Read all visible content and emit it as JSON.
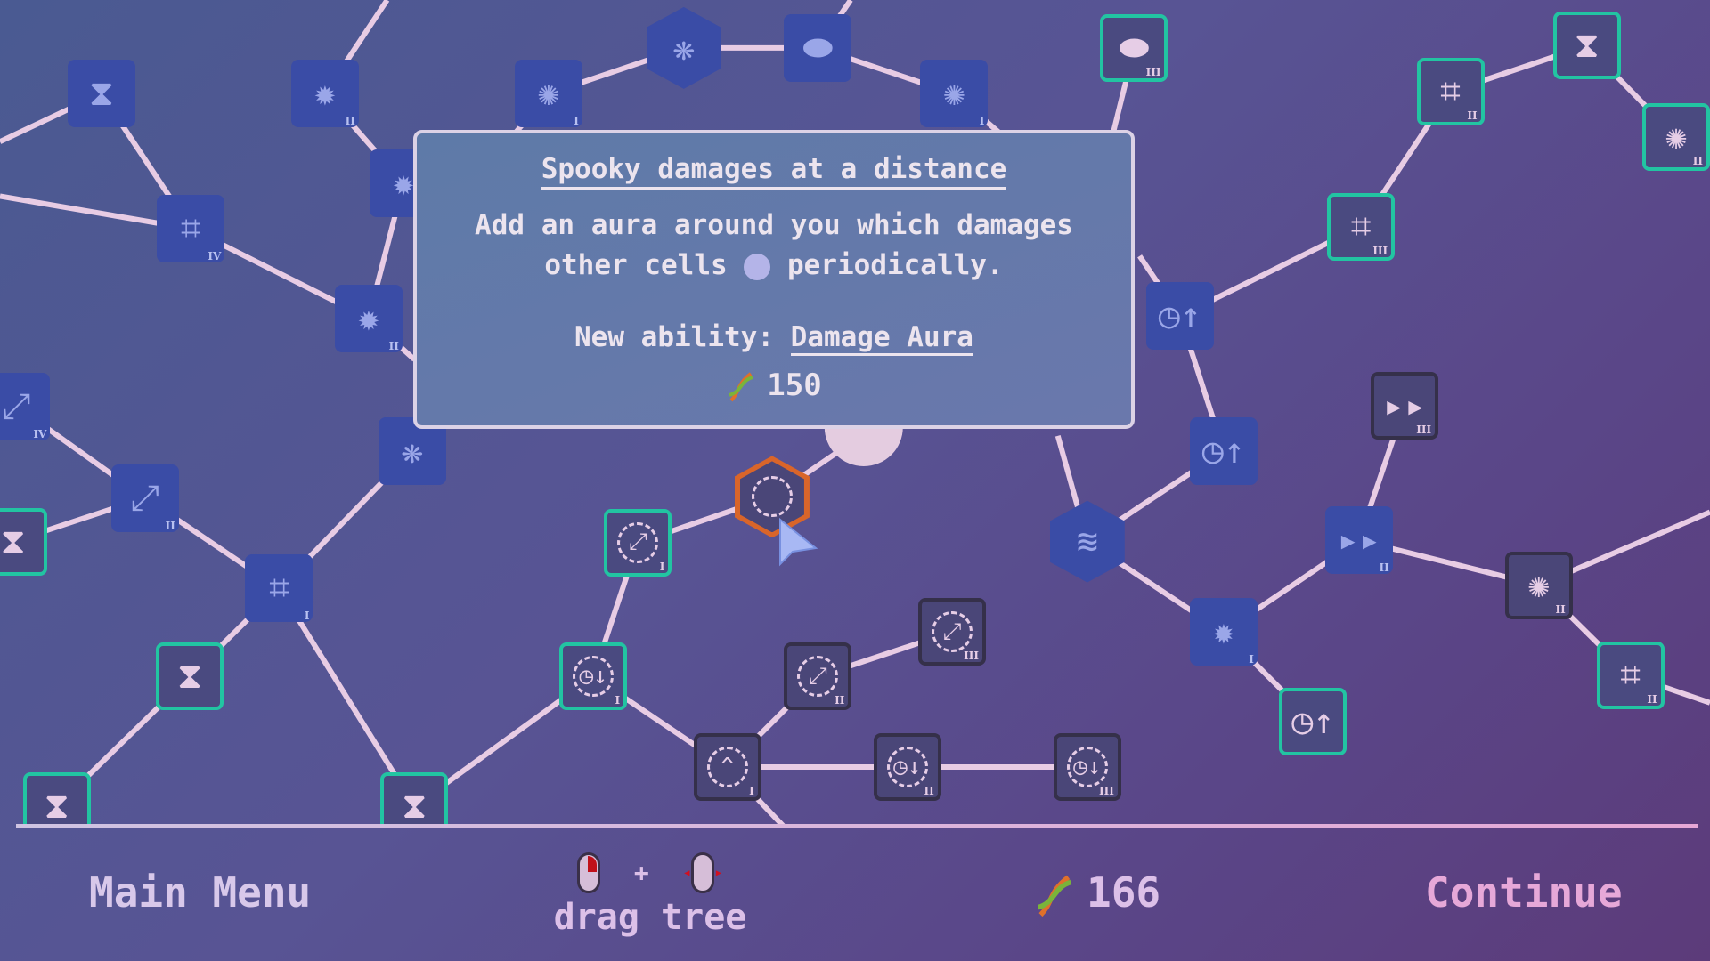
{
  "tooltip": {
    "title": "Spooky damages at a distance",
    "desc_line1": "Add an aura around you which damages",
    "desc_line2_a": "other cells",
    "desc_line2_b": "periodically.",
    "ability_prefix": "New ability:",
    "ability_name": "Damage Aura",
    "cost": "150"
  },
  "footer": {
    "main_menu": "Main Menu",
    "drag_hint": "drag tree",
    "plus": "+",
    "dna_count": "166",
    "continue": "Continue"
  },
  "colors": {
    "selected": "#d9652a",
    "unlocked_border": "#22c4a2",
    "available": "#3a4ca6",
    "locked_border": "#35304a",
    "edge": "#e8cce4"
  },
  "nodes": [
    {
      "icon": "hourglass-icon",
      "tier": "",
      "state": "available"
    },
    {
      "icon": "spiky-cell-icon",
      "tier": "II",
      "state": "available"
    },
    {
      "icon": "dna-cell-icon",
      "tier": "I",
      "state": "available"
    },
    {
      "icon": "cell-cluster-icon",
      "tier": "",
      "state": "available",
      "shape": "hex"
    },
    {
      "icon": "bacteria-icon",
      "tier": "",
      "state": "available"
    },
    {
      "icon": "dna-cell-icon",
      "tier": "I",
      "state": "available"
    },
    {
      "icon": "bacteria-icon",
      "tier": "III",
      "state": "unlocked"
    },
    {
      "icon": "crop-icon",
      "tier": "II",
      "state": "unlocked"
    },
    {
      "icon": "hourglass-icon",
      "tier": "",
      "state": "unlocked"
    },
    {
      "icon": "dna-cell-icon",
      "tier": "II",
      "state": "unlocked"
    },
    {
      "icon": "crop-icon",
      "tier": "III",
      "state": "unlocked"
    },
    {
      "icon": "crop-icon",
      "tier": "IV",
      "state": "available"
    },
    {
      "icon": "spiky-cell-icon",
      "tier": "II",
      "state": "available"
    },
    {
      "icon": "clock-up-icon",
      "tier": "",
      "state": "available"
    },
    {
      "icon": "clock-up-icon",
      "tier": "",
      "state": "available"
    },
    {
      "icon": "fast-forward-icon",
      "tier": "III",
      "state": "locked"
    },
    {
      "icon": "expand-arrows-icon",
      "tier": "IV",
      "state": "available"
    },
    {
      "icon": "expand-arrows-icon",
      "tier": "II",
      "state": "available"
    },
    {
      "icon": "hourglass-icon",
      "tier": "",
      "state": "unlocked"
    },
    {
      "icon": "cell-cluster-icon",
      "tier": "",
      "state": "available"
    },
    {
      "icon": "crop-icon",
      "tier": "I",
      "state": "available"
    },
    {
      "icon": "aura-range-icon",
      "tier": "I",
      "state": "unlocked"
    },
    {
      "icon": "damage-aura-icon",
      "tier": "",
      "state": "selected",
      "shape": "hex"
    },
    {
      "icon": "wind-icon",
      "tier": "",
      "state": "available",
      "shape": "hex"
    },
    {
      "icon": "fast-forward-icon",
      "tier": "II",
      "state": "available"
    },
    {
      "icon": "dna-cell-icon",
      "tier": "II",
      "state": "locked"
    },
    {
      "icon": "hourglass-icon",
      "tier": "",
      "state": "unlocked"
    },
    {
      "icon": "aura-clock-down-icon",
      "tier": "I",
      "state": "unlocked"
    },
    {
      "icon": "aura-range-icon",
      "tier": "II",
      "state": "locked"
    },
    {
      "icon": "aura-range-icon",
      "tier": "III",
      "state": "locked"
    },
    {
      "icon": "spiky-cell-icon",
      "tier": "I",
      "state": "available"
    },
    {
      "icon": "clock-up-icon",
      "tier": "",
      "state": "unlocked"
    },
    {
      "icon": "crop-icon",
      "tier": "II",
      "state": "unlocked"
    },
    {
      "icon": "aura-chevron-up-icon",
      "tier": "I",
      "state": "locked"
    },
    {
      "icon": "aura-clock-down-icon",
      "tier": "II",
      "state": "locked"
    },
    {
      "icon": "aura-clock-down-icon",
      "tier": "III",
      "state": "locked"
    },
    {
      "icon": "hourglass-icon",
      "tier": "",
      "state": "unlocked"
    },
    {
      "icon": "hourglass-icon",
      "tier": "",
      "state": "unlocked"
    },
    {
      "icon": "spiky-cell-icon",
      "tier": "",
      "state": "available"
    }
  ]
}
